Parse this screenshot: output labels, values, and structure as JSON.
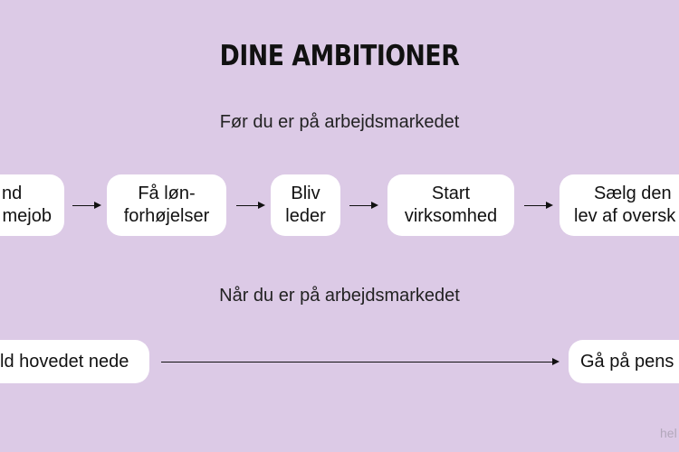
{
  "title": "DINE AMBITIONER",
  "before": {
    "heading": "Før du er på arbejdsmarkedet",
    "steps": [
      {
        "line1": "nd",
        "line2": "mejob"
      },
      {
        "line1": "Få løn-",
        "line2": "forhøjelser"
      },
      {
        "line1": "Bliv",
        "line2": "leder"
      },
      {
        "line1": "Start",
        "line2": "virksomhed"
      },
      {
        "line1": "Sælg den",
        "line2": "lev af oversk"
      }
    ]
  },
  "during": {
    "heading": "Når du er på arbejdsmarkedet",
    "start": "ld hovedet nede",
    "end": "Gå på pens"
  },
  "watermark": "hel"
}
